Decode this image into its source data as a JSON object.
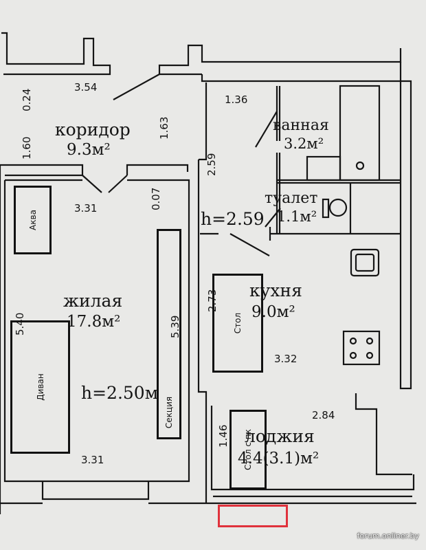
{
  "rooms": {
    "corridor": {
      "name": "коридор",
      "area": "9.3м²"
    },
    "bath": {
      "name": "ванная",
      "area": "3.2м²"
    },
    "toilet": {
      "name": "туалет",
      "area": "1.1м²"
    },
    "living": {
      "name": "жилая",
      "area": "17.8м²",
      "height": "h=2.50м"
    },
    "kitchen": {
      "name": "кухня",
      "area": "9.0м²"
    },
    "loggia": {
      "name": "лоджия",
      "area": "4.4(3.1)м²"
    }
  },
  "ceiling_height_hall": "h=2.59",
  "dims": {
    "d354": "3.54",
    "d024": "0.24",
    "d160": "1.60",
    "d163": "1.63",
    "d136": "1.36",
    "d259": "2.59",
    "d331_top": "3.31",
    "d007": "0.07",
    "d540": "5.40",
    "d539": "5.39",
    "d273": "2.73",
    "d332": "3.32",
    "d284": "2.84",
    "d146": "1.46",
    "d331_bottom": "3.31"
  },
  "furniture": {
    "aqua": "Аква",
    "sofa": "Диван",
    "section": "Секция",
    "table": "Стол",
    "table_pk": "Стол с пк"
  },
  "watermark": "forum.onliner.by",
  "colors": {
    "paper": "#e9e9e7",
    "wall": "#151515",
    "highlight": "#e0323c"
  }
}
